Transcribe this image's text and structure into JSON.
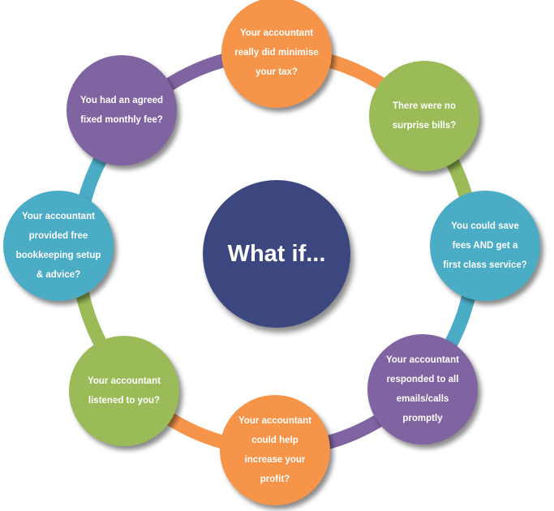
{
  "center": {
    "title": "What if...",
    "color": "#3b477e"
  },
  "nodes": [
    {
      "id": "top",
      "color": "#f6954a",
      "lines": [
        "Your accountant",
        "really did minimise",
        "your tax?"
      ]
    },
    {
      "id": "top-right",
      "color": "#9bbb59",
      "lines": [
        "There were no",
        "surprise bills?"
      ]
    },
    {
      "id": "right",
      "color": "#4bacc6",
      "lines": [
        "You could save",
        "fees AND get a",
        "first class service?"
      ]
    },
    {
      "id": "bottom-right",
      "color": "#8064a2",
      "lines": [
        "Your accountant",
        "responded to all",
        "emails/calls",
        "promptly"
      ]
    },
    {
      "id": "bottom",
      "color": "#f6954a",
      "lines": [
        "Your accountant",
        "could help",
        "increase your",
        "profit?"
      ]
    },
    {
      "id": "bottom-left",
      "color": "#9bbb59",
      "lines": [
        "Your accountant",
        "listened to you?"
      ]
    },
    {
      "id": "left",
      "color": "#4bacc6",
      "lines": [
        "Your accountant",
        "provided free",
        "bookkeeping setup",
        "& advice?"
      ]
    },
    {
      "id": "top-left",
      "color": "#8064a2",
      "lines": [
        "You had an agreed",
        "fixed monthly fee?"
      ]
    }
  ]
}
